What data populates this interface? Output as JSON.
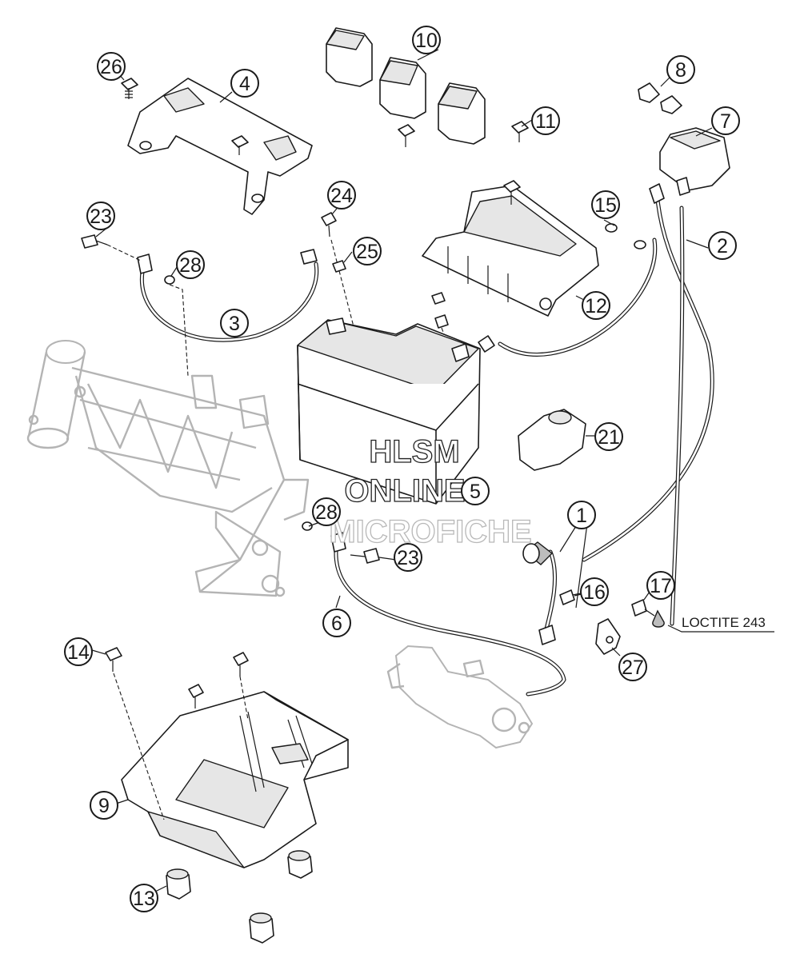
{
  "callouts": [
    {
      "id": "c1",
      "label": "1"
    },
    {
      "id": "c2",
      "label": "2"
    },
    {
      "id": "c3",
      "label": "3"
    },
    {
      "id": "c4",
      "label": "4"
    },
    {
      "id": "c5",
      "label": "5"
    },
    {
      "id": "c6",
      "label": "6"
    },
    {
      "id": "c7",
      "label": "7"
    },
    {
      "id": "c8",
      "label": "8"
    },
    {
      "id": "c9",
      "label": "9"
    },
    {
      "id": "c10",
      "label": "10"
    },
    {
      "id": "c11",
      "label": "11"
    },
    {
      "id": "c12",
      "label": "12"
    },
    {
      "id": "c13",
      "label": "13"
    },
    {
      "id": "c14",
      "label": "14"
    },
    {
      "id": "c15",
      "label": "15"
    },
    {
      "id": "c16",
      "label": "16"
    },
    {
      "id": "c17",
      "label": "17"
    },
    {
      "id": "c21",
      "label": "21"
    },
    {
      "id": "c23a",
      "label": "23"
    },
    {
      "id": "c23b",
      "label": "23"
    },
    {
      "id": "c24",
      "label": "24"
    },
    {
      "id": "c25",
      "label": "25"
    },
    {
      "id": "c26",
      "label": "26"
    },
    {
      "id": "c27",
      "label": "27"
    },
    {
      "id": "c28a",
      "label": "28"
    },
    {
      "id": "c28b",
      "label": "28"
    }
  ],
  "note": {
    "text": "LOCTITE 243"
  },
  "watermark": {
    "line1": "HLSM",
    "line2": "ONLINE",
    "line3": "MICROFICHE"
  }
}
